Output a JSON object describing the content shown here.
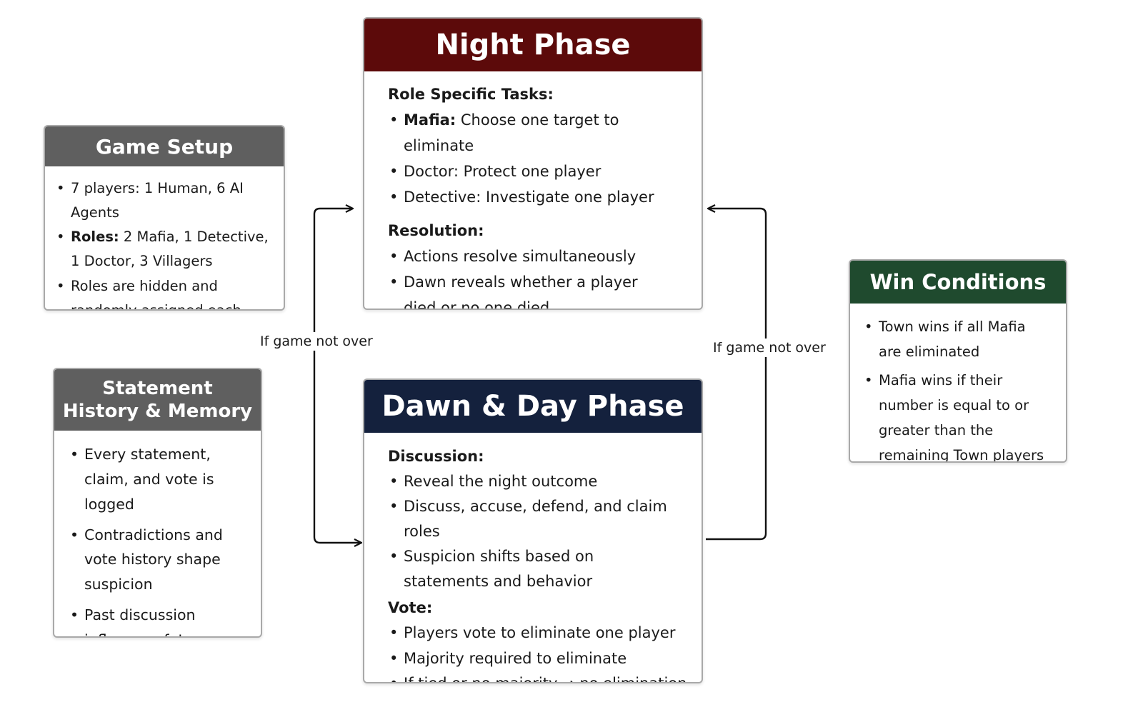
{
  "colors": {
    "night_header": "#5c0a0a",
    "day_header": "#14213d",
    "setup_header": "#5f5f5f",
    "memory_header": "#5f5f5f",
    "win_header": "#1f4a2e",
    "border": "#a9a9a9",
    "arrow": "#111111"
  },
  "night": {
    "title": "Night Phase",
    "role_tasks_title": "Role Specific Tasks:",
    "mafia_label": "Mafia:",
    "mafia_text": " Choose one target to eliminate",
    "doctor_text": "Doctor: Protect one player",
    "detective_text": "Detective: Investigate one player",
    "resolution_title": "Resolution:",
    "resolve_text": "Actions resolve simultaneously",
    "dawn_text": "Dawn reveals whether a player died or no one died"
  },
  "setup": {
    "title": "Game Setup",
    "players_text": "7 players: 1 Human, 6 AI Agents",
    "roles_label": "Roles:",
    "roles_text": " 2 Mafia, 1 Detective, 1 Doctor, 3 Villagers",
    "hidden_text": "Roles are hidden and randomly assigned each game"
  },
  "memory": {
    "title": "Statement History & Memory",
    "items": [
      "Every statement, claim, and vote is logged",
      "Contradictions and vote history shape suspicion",
      "Past discussion influences future rounds"
    ]
  },
  "day": {
    "title": "Dawn & Day Phase",
    "discussion_title": "Discussion:",
    "discussion_items": [
      "Reveal the night outcome",
      "Discuss, accuse, defend, and claim roles",
      "Suspicion shifts based on statements and behavior"
    ],
    "vote_title": "Vote:",
    "vote_items": [
      "Players vote to eliminate one player",
      "Majority required to eliminate",
      "If tied or no majority → no elimination"
    ]
  },
  "win": {
    "title": "Win Conditions",
    "items": [
      "Town wins if all Mafia are eliminated",
      "Mafia wins if their number is equal to or greater than the remaining Town players"
    ]
  },
  "edges": {
    "left_label": "If game not over",
    "right_label": "If game not over"
  }
}
